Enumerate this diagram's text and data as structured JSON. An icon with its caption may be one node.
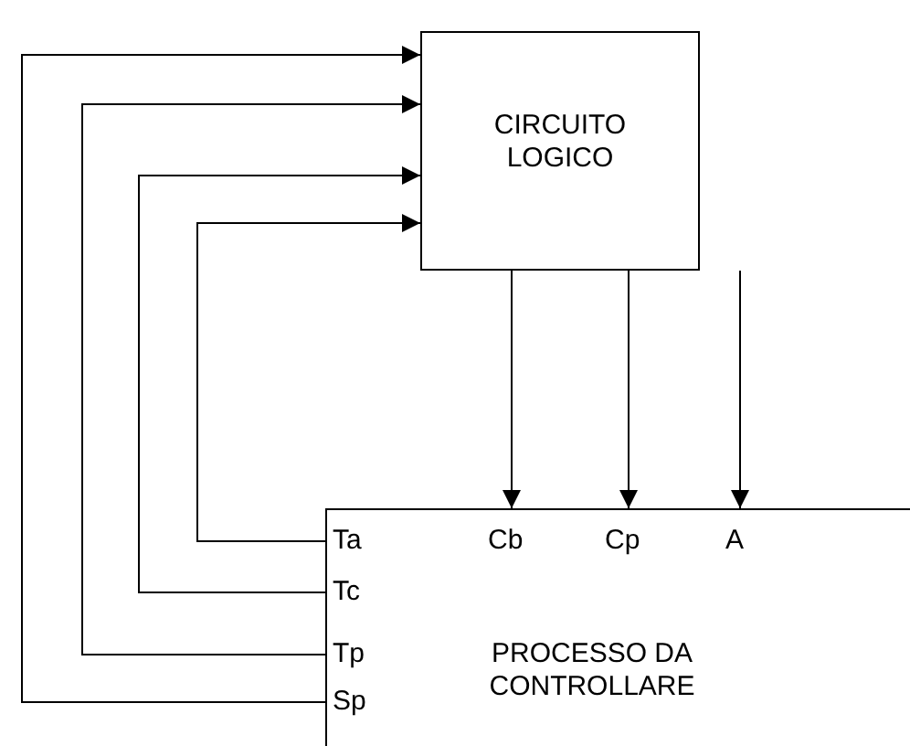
{
  "diagram": {
    "nodes": [
      {
        "text": [
          "CIRCUITO LOGICO"
        ]
      },
      {
        "text": [
          "PROCESSO DA CONTROLLARE"
        ]
      },
      {
        "text": [
          "Ta"
        ],
        "in": 1
      },
      {
        "text": [
          "Tc"
        ],
        "in": 1
      },
      {
        "text": [
          "Tp"
        ],
        "in": 1
      },
      {
        "text": [
          "Sp"
        ],
        "in": 1
      },
      {
        "text": [
          "Cb"
        ],
        "in": 1
      },
      {
        "text": [
          "Cp"
        ],
        "in": 1
      },
      {
        "text": [
          "A"
        ],
        "in": 1
      }
    ],
    "edges": [
      {
        "from": 2,
        "to": 0,
        "arrow": "to"
      },
      {
        "from": 3,
        "to": 0,
        "arrow": "to"
      },
      {
        "from": 4,
        "to": 0,
        "arrow": "to"
      },
      {
        "from": 5,
        "to": 0,
        "arrow": "to"
      },
      {
        "from": 0,
        "to": 6,
        "arrow": "to"
      },
      {
        "from": 0,
        "to": 7,
        "arrow": "to"
      },
      {
        "from": 0,
        "to": 8,
        "arrow": "to"
      }
    ]
  }
}
